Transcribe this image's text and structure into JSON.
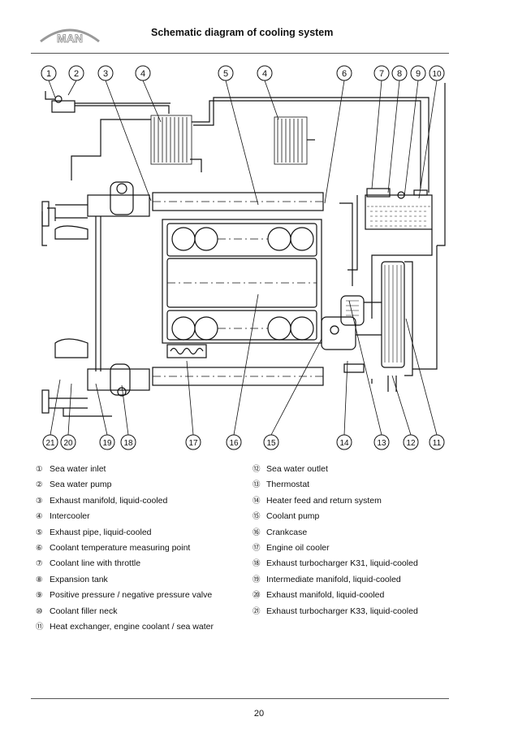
{
  "header": {
    "logo_text": "MAN",
    "title": "Schematic diagram of cooling system"
  },
  "callouts_top": [
    "1",
    "2",
    "3",
    "4",
    "5",
    "4",
    "6",
    "7",
    "8",
    "9",
    "10"
  ],
  "callouts_bottom": [
    "21",
    "20",
    "19",
    "18",
    "17",
    "16",
    "15",
    "14",
    "13",
    "12",
    "11"
  ],
  "legend_left": [
    {
      "num": "①",
      "text": "Sea water inlet"
    },
    {
      "num": "②",
      "text": "Sea water pump"
    },
    {
      "num": "③",
      "text": "Exhaust manifold, liquid-cooled"
    },
    {
      "num": "④",
      "text": "Intercooler"
    },
    {
      "num": "⑤",
      "text": "Exhaust pipe, liquid-cooled"
    },
    {
      "num": "⑥",
      "text": "Coolant temperature measuring point"
    },
    {
      "num": "⑦",
      "text": "Coolant line with throttle"
    },
    {
      "num": "⑧",
      "text": "Expansion tank"
    },
    {
      "num": "⑨",
      "text": "Positive pressure / negative pressure valve"
    },
    {
      "num": "⑩",
      "text": "Coolant filler neck"
    },
    {
      "num": "⑪",
      "text": "Heat exchanger, engine coolant / sea water"
    }
  ],
  "legend_right": [
    {
      "num": "⑫",
      "text": "Sea water outlet"
    },
    {
      "num": "⑬",
      "text": "Thermostat"
    },
    {
      "num": "⑭",
      "text": "Heater feed and return system"
    },
    {
      "num": "⑮",
      "text": "Coolant pump"
    },
    {
      "num": "⑯",
      "text": "Crankcase"
    },
    {
      "num": "⑰",
      "text": "Engine oil cooler"
    },
    {
      "num": "⑱",
      "text": "Exhaust turbocharger K31, liquid-cooled"
    },
    {
      "num": "⑲",
      "text": "Intermediate manifold, liquid-cooled"
    },
    {
      "num": "⑳",
      "text": "Exhaust manifold, liquid-cooled"
    },
    {
      "num": "㉑",
      "text": "Exhaust turbocharger K33, liquid-cooled"
    }
  ],
  "footer": {
    "page_number": "20"
  }
}
